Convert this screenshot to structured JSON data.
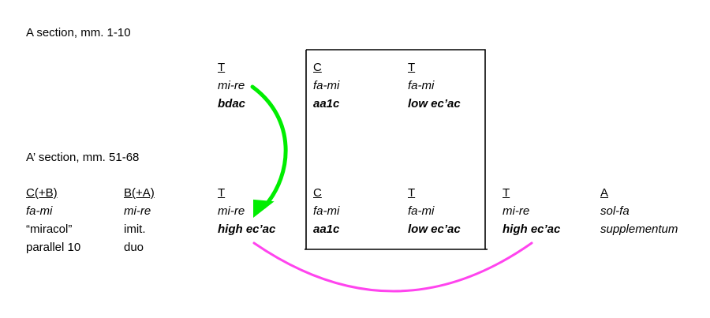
{
  "sections": {
    "a_title": "A section, mm. 1-10",
    "a_prime_title": "A’ section, mm. 51-68"
  },
  "a_row": {
    "t": {
      "voice": "T",
      "solm": "mi-re",
      "motive": "bdac"
    },
    "c": {
      "voice": "C",
      "solm": "fa-mi",
      "motive": "aa1c"
    },
    "t2": {
      "voice": "T",
      "solm": "fa-mi",
      "motive": "low ec’ac"
    }
  },
  "a_prime_row": {
    "cb": {
      "voice": "C(+B)",
      "solm": "fa-mi",
      "note1": "“miracol”",
      "note2": "parallel 10"
    },
    "ba": {
      "voice": "B(+A)",
      "solm": "mi-re",
      "note1": "imit.",
      "note2": "duo"
    },
    "t": {
      "voice": "T",
      "solm": "mi-re",
      "motive": "high ec’ac"
    },
    "c": {
      "voice": "C",
      "solm": "fa-mi",
      "motive": "aa1c"
    },
    "t2": {
      "voice": "T",
      "solm": "fa-mi",
      "motive": "low ec’ac"
    },
    "t3": {
      "voice": "T",
      "solm": "mi-re",
      "motive": "high ec’ac"
    },
    "a": {
      "voice": "A",
      "solm": "sol-fa",
      "motive": "supplementum"
    }
  },
  "colors": {
    "green_arrow": "#00ee00",
    "magenta_arc": "#ff44ee",
    "box": "#000000"
  }
}
